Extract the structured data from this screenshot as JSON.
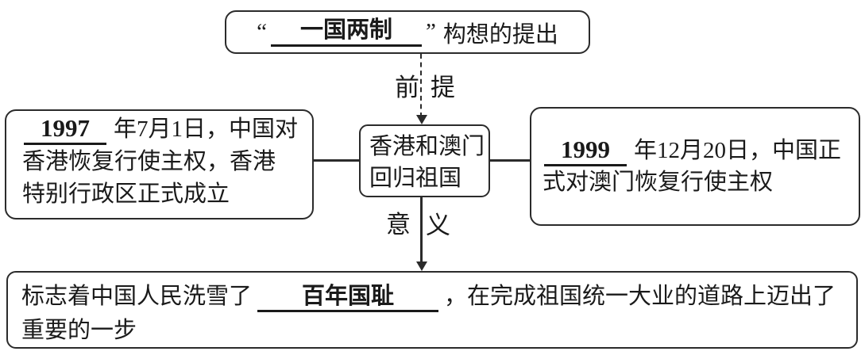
{
  "diagram": {
    "top_box": {
      "quote_open": "“",
      "blank": "一国两制",
      "quote_close": "”",
      "text": "构想的提出"
    },
    "premise_label": {
      "left": "前",
      "right": "提"
    },
    "center_box": {
      "line1": "香港和澳门",
      "line2": "回归祖国"
    },
    "left_box": {
      "blank": "1997",
      "line1_rest": "年7月1日，中国对",
      "line2": "香港恢复行使主权，香港",
      "line3": "特别行政区正式成立"
    },
    "right_box": {
      "blank": "1999",
      "line1_rest": "年12月20日，中国正",
      "line2": "式对澳门恢复行使主权"
    },
    "significance_label": {
      "left": "意",
      "right": "义"
    },
    "bottom_box": {
      "line1_before": "标志着中国人民洗雪了",
      "blank": "百年国耻",
      "line1_after": "，在完成祖国统一大业的道路上迈出了",
      "line2": "重要的一步"
    },
    "colors": {
      "border": "#2b2b2b",
      "text": "#1a1a1a",
      "background": "#ffffff"
    }
  }
}
